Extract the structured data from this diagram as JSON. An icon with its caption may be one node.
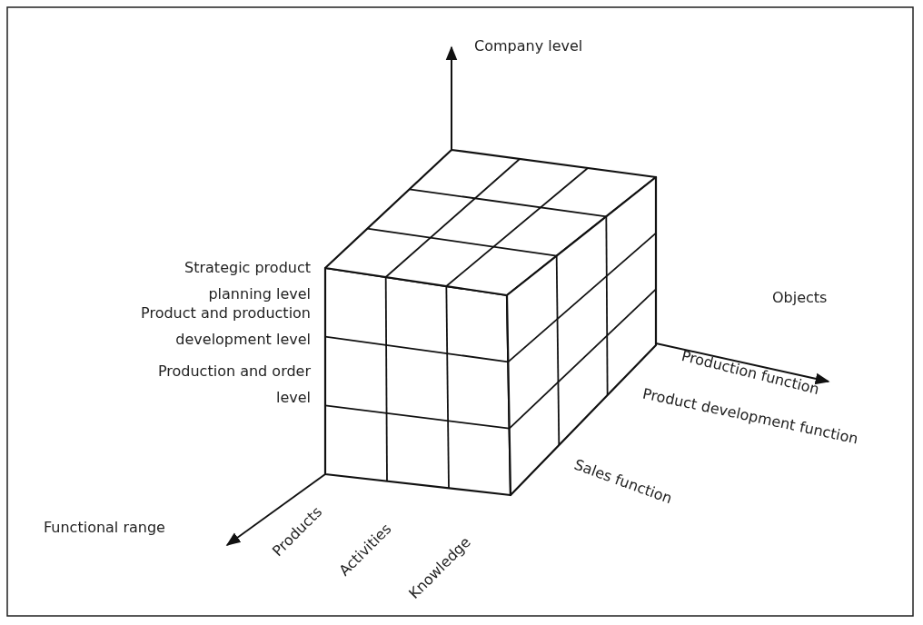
{
  "diagram": {
    "labels": [
      "Company level",
      "Strategic product planning level",
      "Objects",
      "Product and production development level",
      "Production and order level",
      "Production function",
      "Product development function",
      "Functional range",
      "Products",
      "Activities",
      "Knowledge",
      "Sales function"
    ]
  }
}
